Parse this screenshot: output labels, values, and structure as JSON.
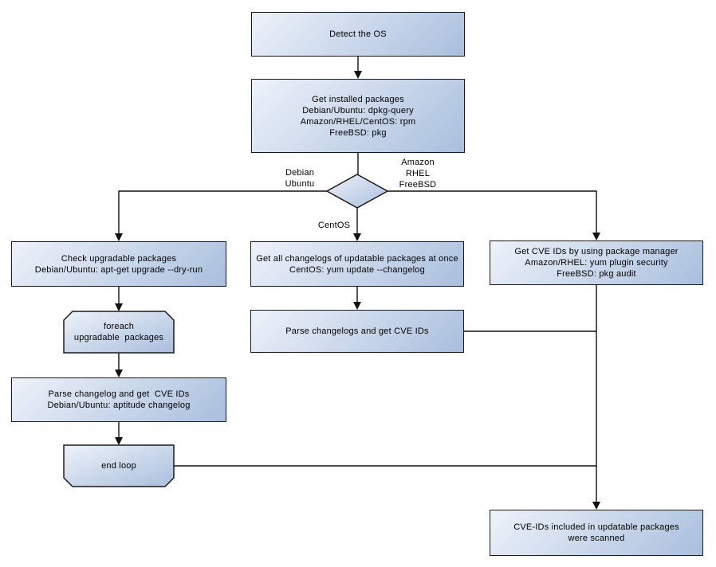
{
  "diagram": {
    "type": "flowchart",
    "nodes": {
      "detect_os": "Detect the OS",
      "get_installed": "Get installed packages\nDebian/Ubuntu: dpkg-query\nAmazon/RHEL/CentOS: rpm\nFreeBSD: pkg",
      "check_upgradable": "Check upgradable packages\nDebian/Ubuntu: apt-get upgrade --dry-run",
      "foreach_loop": "foreach\nupgradable  packages",
      "parse_changelog_left": "Parse changelog and get  CVE IDs\nDebian/Ubuntu: aptitude changelog",
      "end_loop": "end loop",
      "get_all_changelogs": "Get all changelogs of updatable packages at once\nCentOS: yum update --changelog",
      "parse_changelogs_mid": "Parse changelogs and get CVE IDs",
      "get_cve_ids_right": "Get CVE IDs by using package manager\nAmazon/RHEL: yum plugin security\nFreeBSD: pkg audit",
      "scanned": "CVE-IDs included in updatable packages\nwere scanned"
    },
    "edge_labels": {
      "left_branch": "Debian\nUbuntu",
      "right_branch": "Amazon\nRHEL\nFreeBSD",
      "down_branch": "CentOS"
    }
  },
  "colors": {
    "node_fill_light": "#eef2fa",
    "node_fill_dark": "#a9bfdd",
    "node_border": "#1a1a1a",
    "connector": "#111111",
    "background": "#ffffff",
    "text": "#000000"
  }
}
